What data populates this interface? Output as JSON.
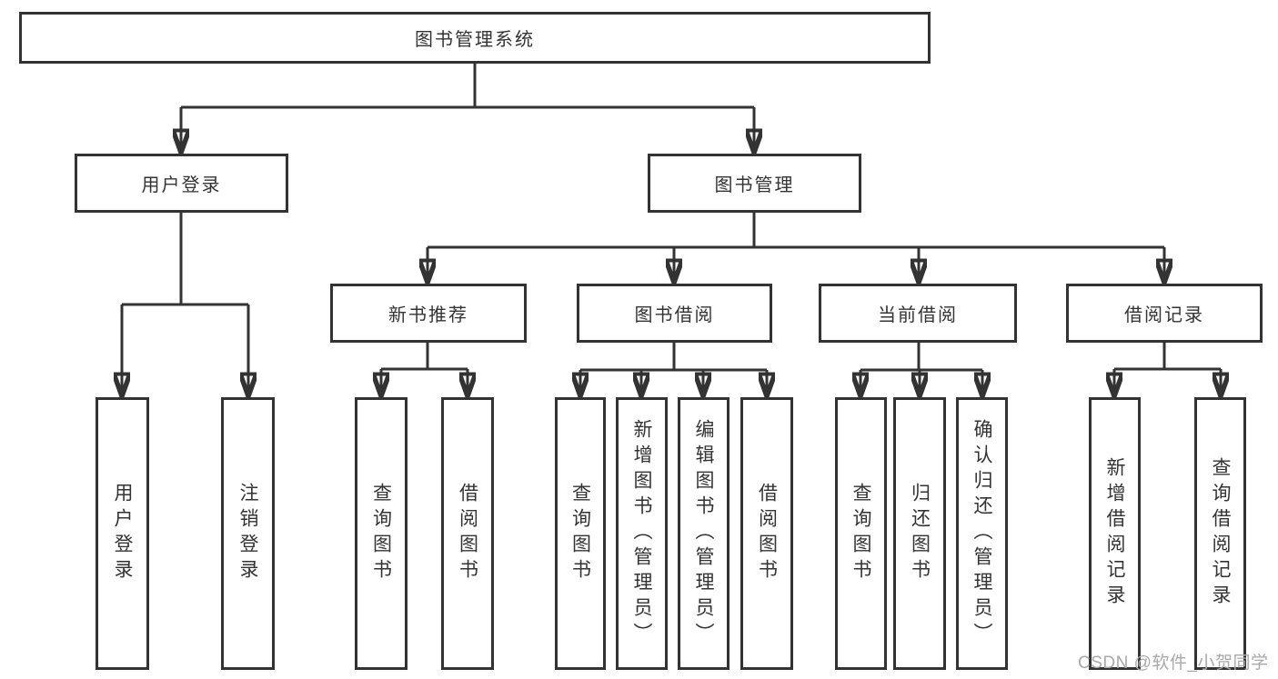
{
  "colors": {
    "line": "#333333",
    "text": "#333333",
    "box_background": "#ffffff",
    "watermark": "#a9a9a9"
  },
  "tree": {
    "root": "图书管理系统",
    "branches": [
      {
        "label": "用户登录",
        "leaves": [
          "用户登录",
          "注销登录"
        ]
      },
      {
        "label": "图书管理",
        "groups": [
          {
            "label": "新书推荐",
            "leaves": [
              "查询图书",
              "借阅图书"
            ]
          },
          {
            "label": "图书借阅",
            "leaves": [
              "查询图书",
              "新增图书（管理员）",
              "编辑图书（管理员）",
              "借阅图书"
            ]
          },
          {
            "label": "当前借阅",
            "leaves": [
              "查询图书",
              "归还图书",
              "确认归还（管理员）"
            ]
          },
          {
            "label": "借阅记录",
            "leaves": [
              "新增借阅记录",
              "查询借阅记录"
            ]
          }
        ]
      }
    ]
  },
  "watermark": {
    "text": "CSDN @软件_小贺同学"
  }
}
